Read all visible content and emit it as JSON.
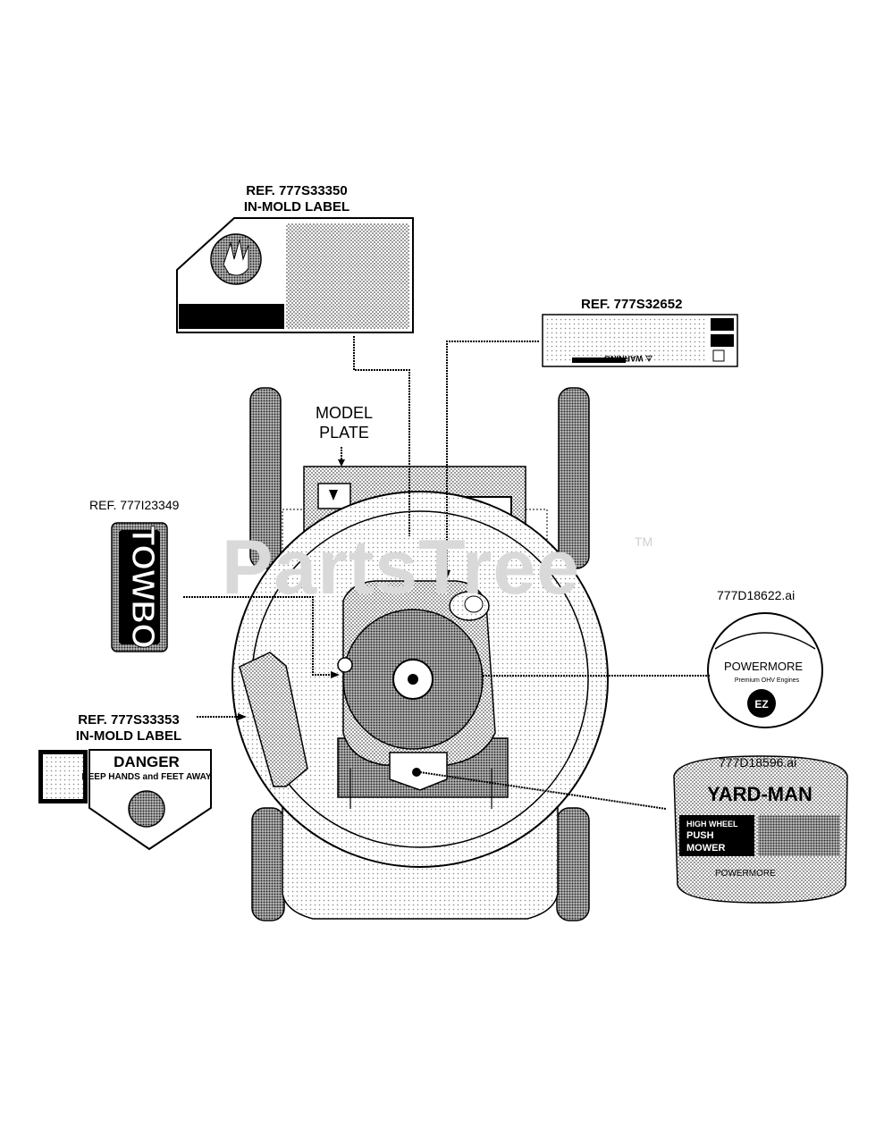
{
  "callouts": {
    "ref_350_line1": "REF. 777S33350",
    "ref_350_line2": "IN-MOLD LABEL",
    "ref_652": "REF. 777S32652",
    "model_plate_line1": "MODEL",
    "model_plate_line2": "PLATE",
    "ref_349": "REF. 777I23349",
    "ref_353_line1": "REF. 777S33353",
    "ref_353_line2": "IN-MOLD LABEL",
    "ai_622": "777D18622.ai",
    "ai_596": "777D18596.ai"
  },
  "decals": {
    "danger_word": "DANGER",
    "danger_sub": "KEEP HANDS and FEET AWAY",
    "warning_word": "⚠ WARNING",
    "brand_power": "POWERMORE",
    "brand_power_sub": "Premium OHV Engines",
    "brand_ez": "EZ",
    "brand_yardman": "YARD-MAN",
    "ym_line1": "HIGH WHEEL",
    "ym_line2": "PUSH",
    "ym_line3": "MOWER",
    "yd_brand": "POWERMORE",
    "vertical_label": "TOWBO"
  },
  "watermark": {
    "text": "PartsTree",
    "tm": "TM"
  }
}
